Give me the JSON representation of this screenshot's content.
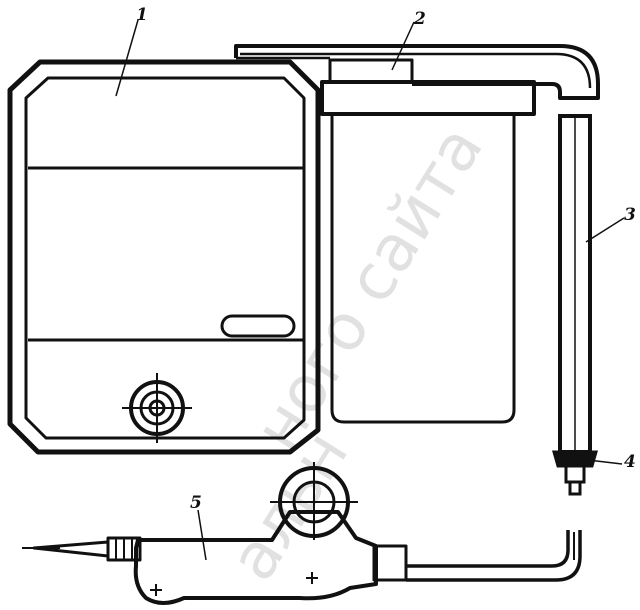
{
  "figure": {
    "labels": {
      "canister": "1",
      "container": "2",
      "tube": "3",
      "connector": "4",
      "handle": "5"
    },
    "watermark": "ного сайта",
    "watermark_lower": "альн"
  }
}
